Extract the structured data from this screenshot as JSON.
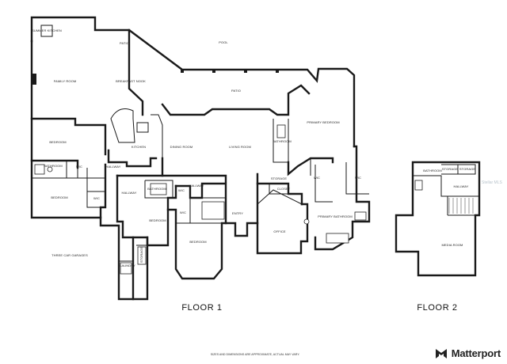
{
  "floor1": {
    "label": "FLOOR 1",
    "rooms": {
      "summer_kitchen": "SUMMER KITCHEN",
      "patio_top": "PATIO",
      "pool": "POOL",
      "family_room": "FAMILY ROOM",
      "breakfast_nook": "BREAKFAST NOOK",
      "patio_mid": "PATIO",
      "primary_bedroom": "PRIMARY BEDROOM",
      "bedroom_nw": "BEDROOM",
      "kitchen": "KITCHEN",
      "dining_room": "DINING ROOM",
      "living_room": "LIVING ROOM",
      "bathroom_primary_side": "BATHROOM",
      "bathroom_w": "BATHROOM",
      "wic_w": "W/C",
      "hallway_w": "HALLWAY",
      "wic_primary": "WIC",
      "wic_primary_right": "WIC",
      "storage": "STORAGE",
      "closet": "CLOSET",
      "bedroom_sw": "BEDROOM",
      "wic_sw": "W/C",
      "hallway_center": "HALLWAY",
      "bathroom_center": "BATHROOM",
      "wic_center": "W/C",
      "hallway_small": "HALLWAY",
      "wic_center2": "W/C",
      "bedroom_center": "BEDROOM",
      "entry": "ENTRY",
      "office": "OFFICE",
      "primary_bathroom": "PRIMARY BATHROOM",
      "bedroom_bay": "BEDROOM",
      "garage": "THREE CAR GARAGES",
      "laundry": "LAUNDRY",
      "storage_small": "STORAGE"
    }
  },
  "floor2": {
    "label": "FLOOR 2",
    "rooms": {
      "bathroom": "BATHROOM",
      "storage_a": "STORAGE",
      "storage_b": "STORAGE",
      "hallway": "HALLWAY",
      "media_room": "MEDIA ROOM"
    }
  },
  "disclaimer": "SIZES AND DIMENSIONS ARE APPROXIMATE, ACTUAL MAY VARY.",
  "watermark": "Stellar MLS",
  "brand": {
    "name": "Matterport"
  }
}
